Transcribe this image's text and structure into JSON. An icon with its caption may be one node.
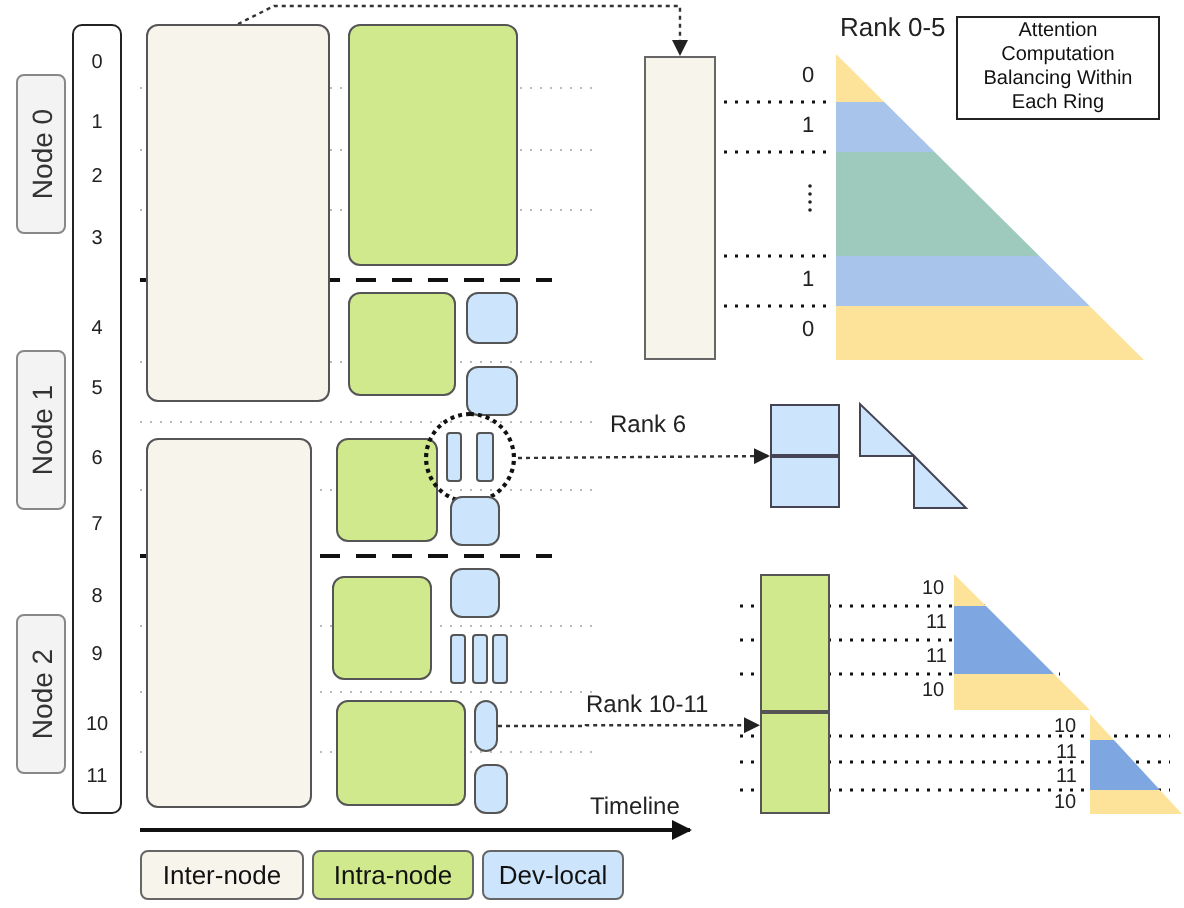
{
  "diagram": {
    "nodes": [
      {
        "text": [
          "Node 0"
        ]
      },
      {
        "text": [
          "Node 1"
        ]
      },
      {
        "text": [
          "Node 2"
        ]
      },
      {
        "text": [
          "0",
          "1",
          "2",
          "3",
          "4",
          "5",
          "6",
          "7",
          "8",
          "9",
          "10",
          "11"
        ]
      },
      {
        "text": [],
        "shape": "box"
      },
      {
        "text": [],
        "shape": "box"
      },
      {
        "text": [],
        "shape": "box"
      },
      {
        "text": [],
        "shape": "box"
      },
      {
        "text": [],
        "shape": "box"
      },
      {
        "text": [],
        "shape": "box"
      },
      {
        "text": [],
        "shape": "box"
      },
      {
        "text": [],
        "shape": "bar",
        "in": 13
      },
      {
        "text": [],
        "shape": "bar",
        "in": 13
      },
      {
        "text": [],
        "shape": "circle"
      },
      {
        "text": [],
        "shape": "box"
      },
      {
        "text": [],
        "shape": "box"
      },
      {
        "text": [],
        "shape": "box"
      },
      {
        "text": [],
        "shape": "bar"
      },
      {
        "text": [],
        "shape": "bar"
      },
      {
        "text": [],
        "shape": "bar"
      },
      {
        "text": [],
        "shape": "box"
      },
      {
        "text": [],
        "shape": "box"
      },
      {
        "text": [],
        "shape": "box"
      },
      {
        "text": [],
        "shape": "bar"
      },
      {
        "text": [],
        "shape": "box"
      },
      {
        "text": [],
        "shape": "bar"
      },
      {
        "text": [
          "Attention Computation Balancing Within Each Ring"
        ]
      }
    ],
    "edges": [
      {
        "from": 4,
        "to": 23,
        "arrow": "to",
        "style": "dashed"
      },
      {
        "from": 13,
        "to": 24,
        "label": "Rank 6",
        "arrow": "to",
        "style": "dashed"
      },
      {
        "from": 21,
        "to": 25,
        "label": "Rank 10-11",
        "arrow": "to",
        "style": "dashed"
      }
    ],
    "labels": [
      "Rank 0-5",
      "0",
      "1",
      "1",
      "0",
      "10",
      "11",
      "11",
      "10",
      "10",
      "11",
      "11",
      "10",
      "Timeline"
    ],
    "legend": [
      {
        "text": "Inter-node",
        "color": "#f7f4ec"
      },
      {
        "text": "Intra-node",
        "color": "#cfe98c"
      },
      {
        "text": "Dev-local",
        "color": "#cce4fc"
      }
    ]
  }
}
